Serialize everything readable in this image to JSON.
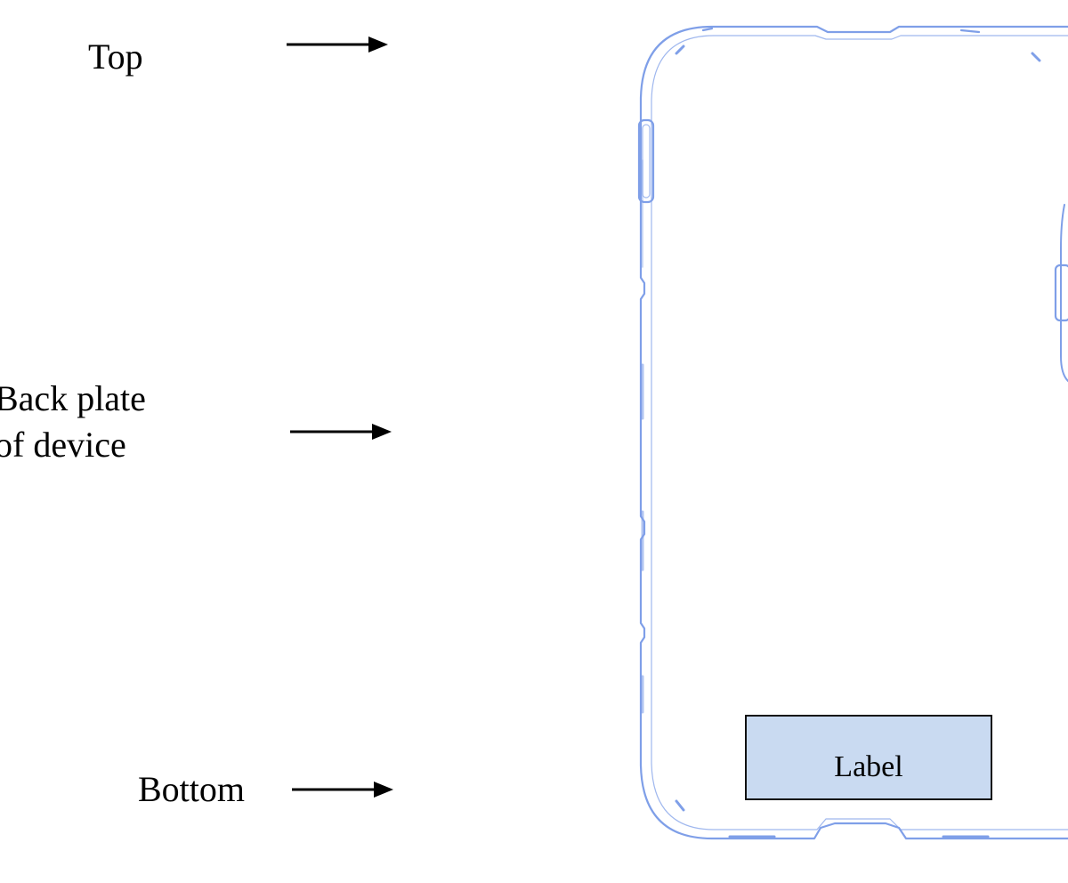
{
  "callouts": {
    "top": "Top",
    "back_plate_line1": "Back plate",
    "back_plate_line2": "of device",
    "bottom": "Bottom"
  },
  "device": {
    "label": "Label",
    "outline_color": "#7f9fe8",
    "label_fill": "#c9daf1"
  }
}
